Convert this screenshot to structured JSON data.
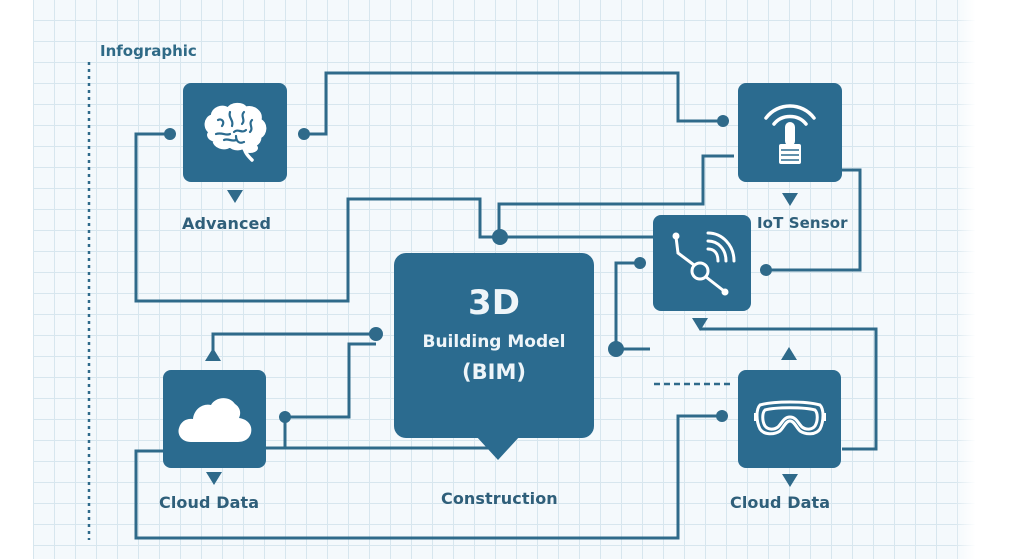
{
  "header": {
    "title": "Infographic"
  },
  "center_node": {
    "line1": "3D",
    "line2": "Building Model",
    "line3": "(BIM)",
    "caption": "Construction"
  },
  "nodes": [
    {
      "id": "brain",
      "icon": "brain-icon",
      "label": "Advanced"
    },
    {
      "id": "iot",
      "icon": "iot-sensor-icon",
      "label": "IoT Sensor"
    },
    {
      "id": "network",
      "icon": "network-signal-icon",
      "label": ""
    },
    {
      "id": "cloud",
      "icon": "cloud-icon",
      "label": "Cloud Data"
    },
    {
      "id": "vr",
      "icon": "vr-goggles-icon",
      "label": "Cloud Data"
    }
  ],
  "colors": {
    "node_fill": "#2b6b8f",
    "wire": "#2f6a8a",
    "label_text": "#2f5f7a",
    "grid_bg": "#f4f9fc",
    "grid_line": "#d7e6ee"
  }
}
